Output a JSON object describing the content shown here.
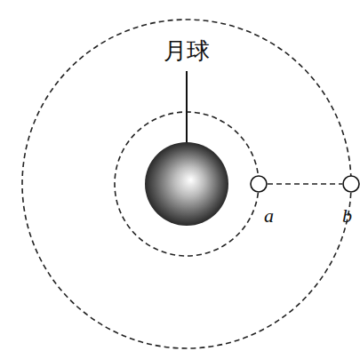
{
  "diagram": {
    "nodes": [
      {
        "text": [
          "a"
        ]
      },
      {
        "text": [
          "b"
        ]
      }
    ],
    "edges": [
      {
        "from": 0,
        "to": 1,
        "arrow": "none"
      }
    ],
    "labels": [
      "月球"
    ]
  }
}
